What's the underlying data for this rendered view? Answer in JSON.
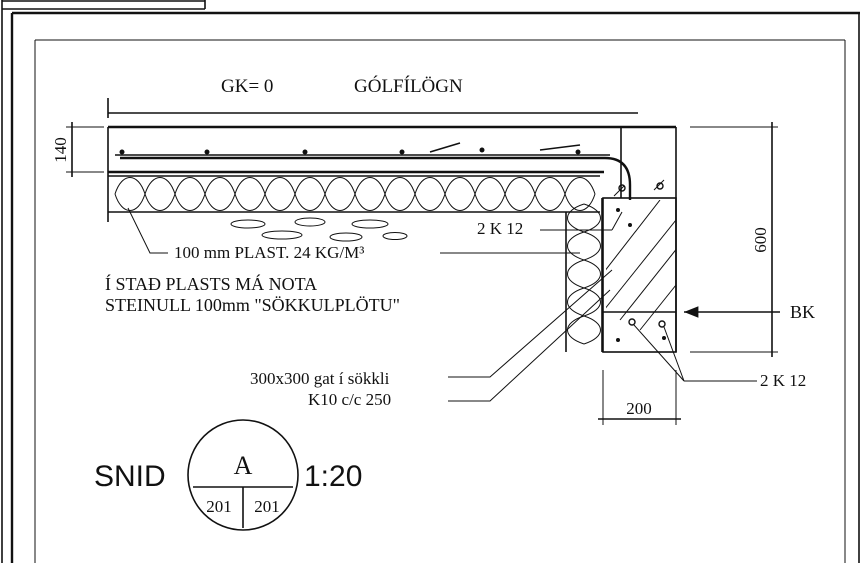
{
  "labels": {
    "gk": "GK= 0",
    "golflogn": "GÓLFÍLÖGN",
    "dim_140": "140",
    "dim_600": "600",
    "dim_200": "200",
    "rebar_upper": "2 K 12",
    "rebar_lower": "2 K 12",
    "plast": "100 mm PLAST. 24 KG/M³",
    "note_line1": "Í STAÐ PLASTS MÁ NOTA",
    "note_line2": "STEINULL 100mm \"SÖKKULPLÖTU\"",
    "bk": "BK",
    "hole": "300x300 gat í sökkli",
    "k10": "K10 c/c 250"
  },
  "title_block": {
    "snid": "SNID",
    "section_letter": "A",
    "sheet_left": "201",
    "sheet_right": "201",
    "scale": "1:20"
  }
}
